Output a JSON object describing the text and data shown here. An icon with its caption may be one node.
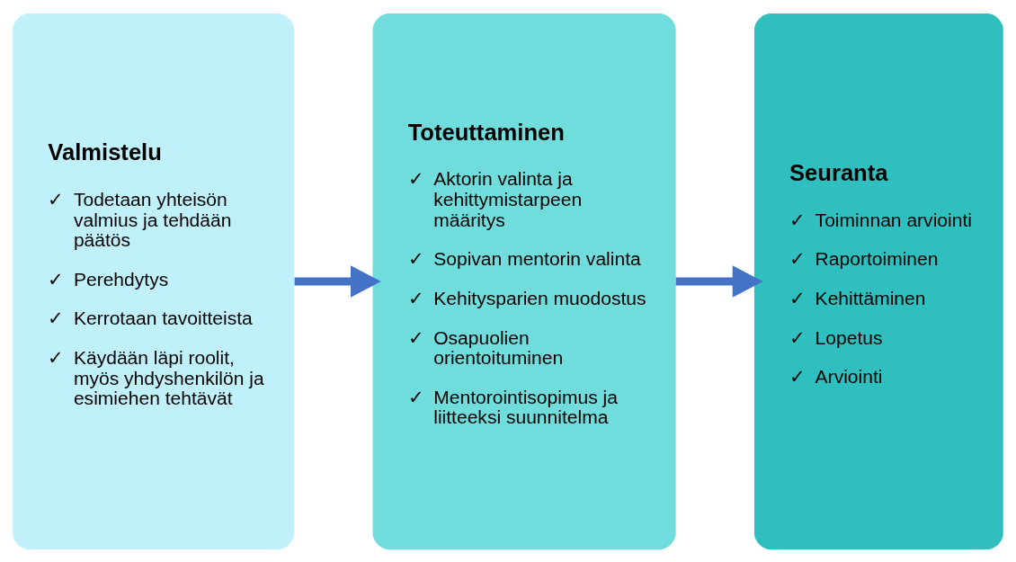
{
  "diagram": {
    "nodes": [
      {
        "text": [
          "Valmistelu",
          "✓ Todetaan yhteisön valmius ja tehdään päätös",
          "✓ Perehdytys",
          "✓ Kerrotaan tavoitteista",
          "✓ Käydään läpi roolit, myös yhdyshenkilön ja esimiehen tehtävät"
        ]
      },
      {
        "text": [
          "Toteuttaminen",
          "✓ Aktorin valinta ja kehittymistarpeen määritys",
          "✓ Sopivan mentorin valinta",
          "✓ Kehitysparien muodostus",
          "✓ Osapuolien orientoituminen",
          "✓ Mentorointisopimus ja liitteeksi suunnitelma"
        ]
      },
      {
        "text": [
          "Seuranta",
          "✓ Toiminnan arviointi",
          "✓ Raportoiminen",
          "✓ Kehittäminen",
          "✓ Lopetus",
          "✓ Arviointi"
        ]
      }
    ],
    "edges": [
      {
        "from": 0,
        "to": 1,
        "arrow": "to"
      },
      {
        "from": 1,
        "to": 2,
        "arrow": "to"
      }
    ]
  }
}
